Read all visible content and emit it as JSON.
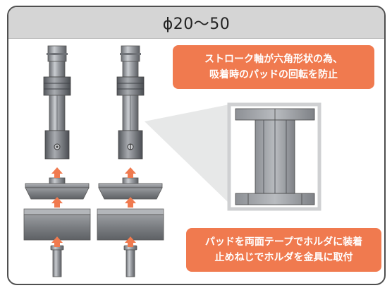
{
  "title": "ϕ20〜50",
  "callouts": {
    "top": [
      "ストローク軸が六角形状の為、",
      "吸着時のパッドの回転を防止"
    ],
    "bottom": [
      "パッドを両面テープでホルダに装着",
      "止めねじでホルダを金具に取付"
    ]
  },
  "colors": {
    "accent": "#f07a4f",
    "header_bg": "#d5d5d5",
    "border": "#4f4f4f",
    "metal": "#8a8d92"
  },
  "icons": [
    "assembly-arrow-icon"
  ]
}
